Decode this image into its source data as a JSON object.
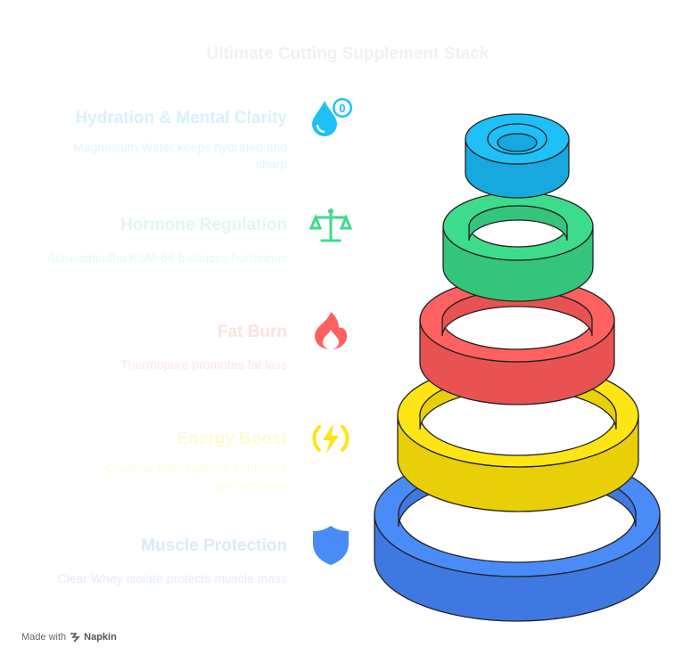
{
  "title": "Ultimate Cutting Supplement Stack",
  "colors": {
    "hydration": "#1ec0f7",
    "hormone": "#3ddc8c",
    "fat": "#ff6161",
    "energy": "#ffe514",
    "muscle": "#4a8cf7",
    "outline": "#222222"
  },
  "items": [
    {
      "label": "Hydration & Mental Clarity",
      "desc": "Magnesium Water keeps hydrated and sharp",
      "icon": "water-drop-icon"
    },
    {
      "label": "Hormone Regulation",
      "desc": "Ashwagandha KSM-66 balances hormones",
      "icon": "balance-scale-icon"
    },
    {
      "label": "Fat Burn",
      "desc": "Thermopure promotes fat loss",
      "icon": "flame-icon"
    },
    {
      "label": "Energy Boost",
      "desc": "Creatine Monohydrate enhances performance",
      "icon": "lightning-bolt-icon"
    },
    {
      "label": "Muscle Protection",
      "desc": "Clear Whey Isolate protects muscle mass",
      "icon": "shield-icon"
    }
  ],
  "footer": {
    "made_with": "Made with",
    "brand": "Napkin"
  }
}
